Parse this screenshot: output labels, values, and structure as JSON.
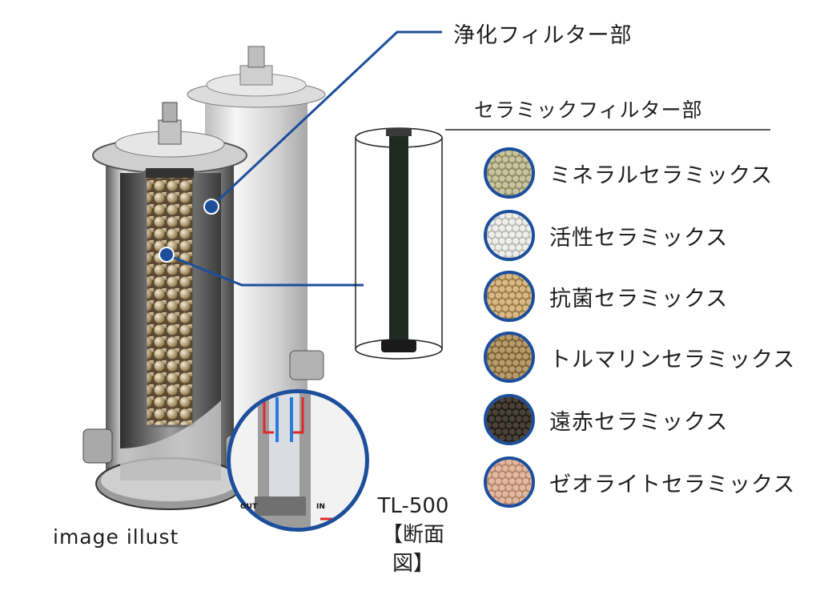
{
  "callouts": {
    "purifier_label": "浄化フィルター部",
    "ceramic_section_label": "セラミックフィルター部"
  },
  "ceramics": [
    {
      "name": "ミネラルセラミックス",
      "color": "#c9c4a0",
      "shade": "#8f8a62"
    },
    {
      "name": "活性セラミックス",
      "color": "#eeeeec",
      "shade": "#b9b9b5"
    },
    {
      "name": "抗菌セラミックス",
      "color": "#d6b987",
      "shade": "#9c7a47"
    },
    {
      "name": "トルマリンセラミックス",
      "color": "#b89b6a",
      "shade": "#7a6038"
    },
    {
      "name": "遠赤セラミックス",
      "color": "#4a4238",
      "shade": "#201c17"
    },
    {
      "name": "ゼオライトセラミックス",
      "color": "#e2b8a0",
      "shade": "#b58468"
    }
  ],
  "model": {
    "name": "TL-500",
    "section_view": "【断面図】"
  },
  "cutaway": {
    "out_label": "OUT",
    "in_label": "IN"
  },
  "caption": "image illust",
  "colors": {
    "accent_blue": "#1d4e9c",
    "steel": "#c8c8c8",
    "dark_cartridge": "#1f2a24"
  }
}
